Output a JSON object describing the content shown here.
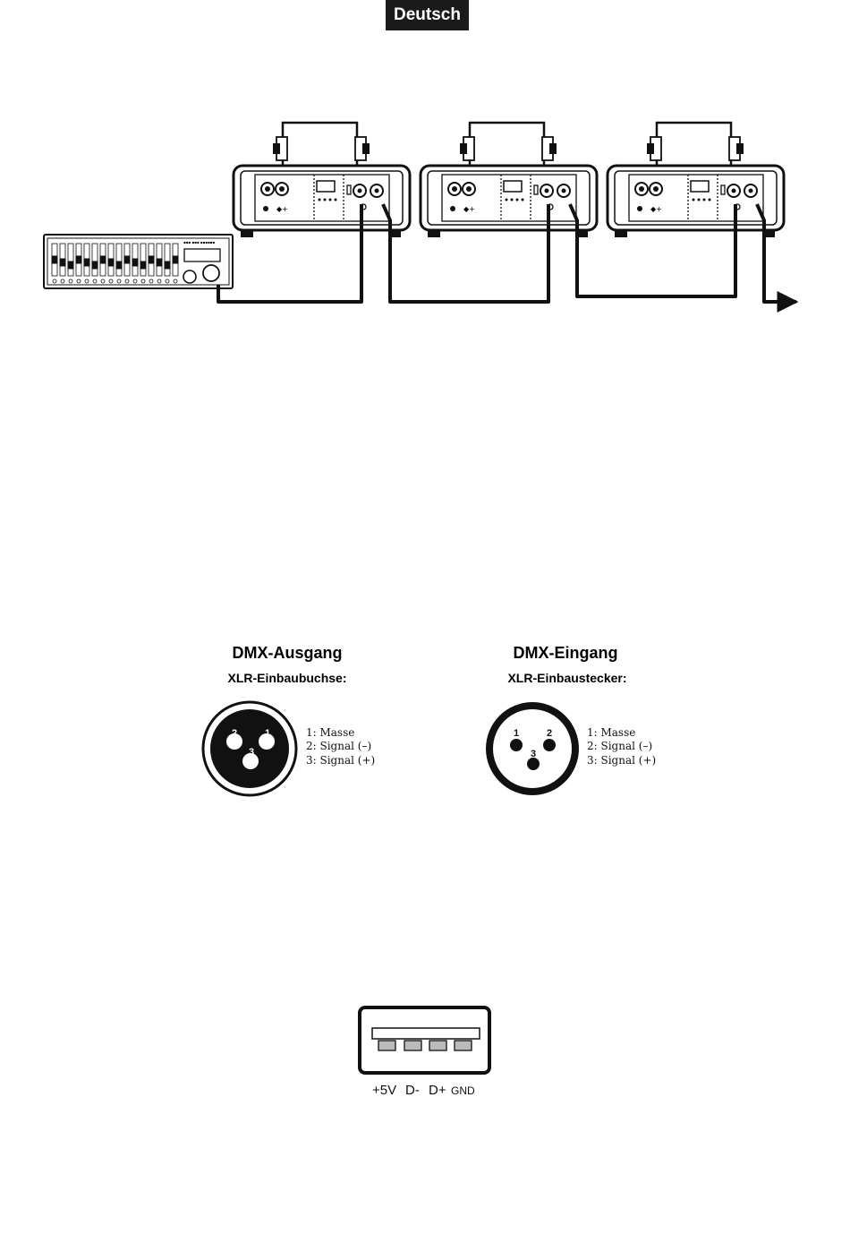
{
  "language_badge": "Deutsch",
  "dmx_output": {
    "title": "DMX-Ausgang",
    "subtitle": "XLR-Einbaubuchse:",
    "pins": [
      {
        "number": "1",
        "legend": "1: Masse"
      },
      {
        "number": "2",
        "legend": "2: Signal (–)"
      },
      {
        "number": "3",
        "legend": "3: Signal (+)"
      }
    ]
  },
  "dmx_input": {
    "title": "DMX-Eingang",
    "subtitle": "XLR-Einbaustecker:",
    "pins": [
      {
        "number": "1",
        "legend": "1: Masse"
      },
      {
        "number": "2",
        "legend": "2: Signal (–)"
      },
      {
        "number": "3",
        "legend": "3: Signal (+)"
      }
    ]
  },
  "usb_connector": {
    "labels": [
      "+5V",
      "D-",
      "D+",
      "GND"
    ]
  }
}
